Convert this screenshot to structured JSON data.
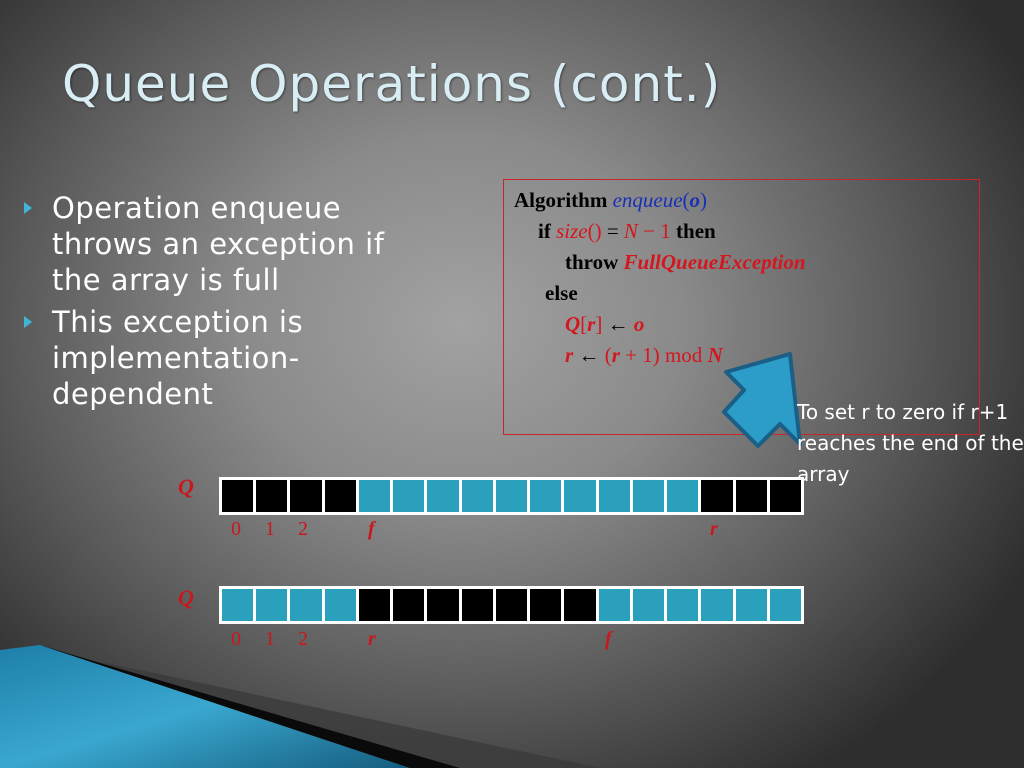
{
  "title": "Queue Operations (cont.)",
  "bullets": [
    "Operation enqueue throws an exception if the array is full",
    "This exception is implementation-dependent"
  ],
  "algorithm": {
    "line1": {
      "kw": "Algorithm",
      "name": "enqueue",
      "open": "(",
      "param": "o",
      "close": ")"
    },
    "line2": {
      "kw_if": "if",
      "fn": "size",
      "parens": "()",
      "eq": "=",
      "n": "N",
      "minus_one": "− 1",
      "kw_then": "then"
    },
    "line3": {
      "kw_throw": "throw",
      "exc": "FullQueueException"
    },
    "line4": {
      "kw_else": "else"
    },
    "line5": {
      "q": "Q",
      "lb": "[",
      "r": "r",
      "rb": "]",
      "arrow": "←",
      "o": "o"
    },
    "line6": {
      "r": "r",
      "arrow": "←",
      "open": "(",
      "r2": "r",
      "plus": "+ 1)",
      "mod": "mod",
      "n": "N"
    }
  },
  "note": "To set r to  zero if r+1 reaches the end of the array",
  "colors": {
    "filled": "#2aa0bd",
    "empty": "#000000",
    "accent": "#3fb6d6",
    "red": "#d4161e"
  },
  "arrays": [
    {
      "label": "Q",
      "cells": [
        "empty",
        "empty",
        "empty",
        "empty",
        "filled",
        "filled",
        "filled",
        "filled",
        "filled",
        "filled",
        "filled",
        "filled",
        "filled",
        "filled",
        "empty",
        "empty",
        "empty"
      ],
      "indices": {
        "i0": "0",
        "i1": "1",
        "i2": "2",
        "f": "f",
        "r": "r"
      }
    },
    {
      "label": "Q",
      "cells": [
        "filled",
        "filled",
        "filled",
        "filled",
        "empty",
        "empty",
        "empty",
        "empty",
        "empty",
        "empty",
        "empty",
        "filled",
        "filled",
        "filled",
        "filled",
        "filled",
        "filled"
      ],
      "indices": {
        "i0": "0",
        "i1": "1",
        "i2": "2",
        "r": "r",
        "f": "f"
      }
    }
  ]
}
